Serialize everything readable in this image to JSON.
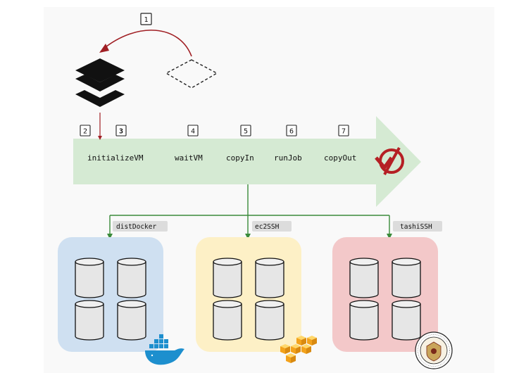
{
  "steps": {
    "s1": "1",
    "s2": "2",
    "s3": "3",
    "s4": "4",
    "s5": "5",
    "s6": "6",
    "s7": "7"
  },
  "pipeline": {
    "initialize": "initializeVM",
    "wait": "waitVM",
    "copyin": "copyIn",
    "run": "runJob",
    "copyout": "copyOut"
  },
  "backends": {
    "docker": "distDocker",
    "ec2": "ec2SSH",
    "tashi": "tashiSSH"
  },
  "colors": {
    "arrow": "#d5ead3",
    "flow_line": "#3a8b3a",
    "return_arrow": "#a01f24",
    "docker_box": "#cfe0f1",
    "ec2_box": "#fdf0c6",
    "tashi_box": "#f3c8c9",
    "label_tag": "#dcdcdc",
    "no_icon": "#b51f24"
  },
  "icons": {
    "layers": "layers-stack-icon",
    "dashed": "dashed-diamond-icon",
    "forbidden": "forbidden-check-icon",
    "docker": "docker-whale-icon",
    "aws": "aws-cubes-icon",
    "cmu": "cmu-seal-icon"
  }
}
